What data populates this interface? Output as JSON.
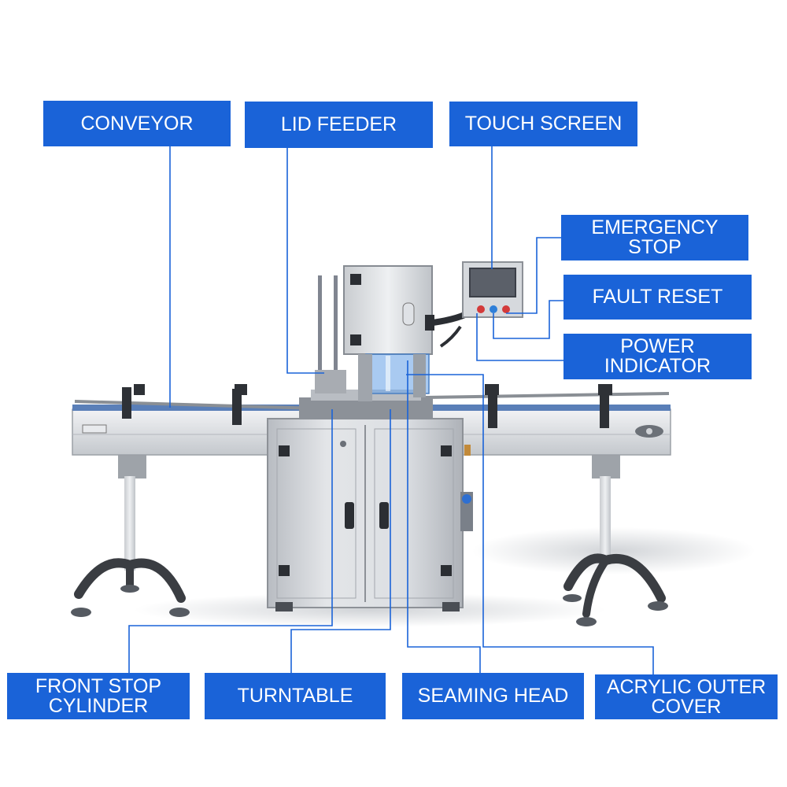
{
  "callouts": {
    "conveyor": "CONVEYOR",
    "lid_feeder": "LID FEEDER",
    "touch_screen": "TOUCH SCREEN",
    "emergency_stop": "EMERGENCY\nSTOP",
    "fault_reset": "FAULT RESET",
    "power_indicator": "POWER\nINDICATOR",
    "front_stop_cylinder": "FRONT STOP\nCYLINDER",
    "turntable": "TURNTABLE",
    "seaming_head": "SEAMING HEAD",
    "acrylic_outer_cover": "ACRYLIC OUTER\nCOVER"
  },
  "colors": {
    "label_fill": "#1a63d8",
    "leader_line": "#1a63d8",
    "label_text": "#ffffff"
  }
}
